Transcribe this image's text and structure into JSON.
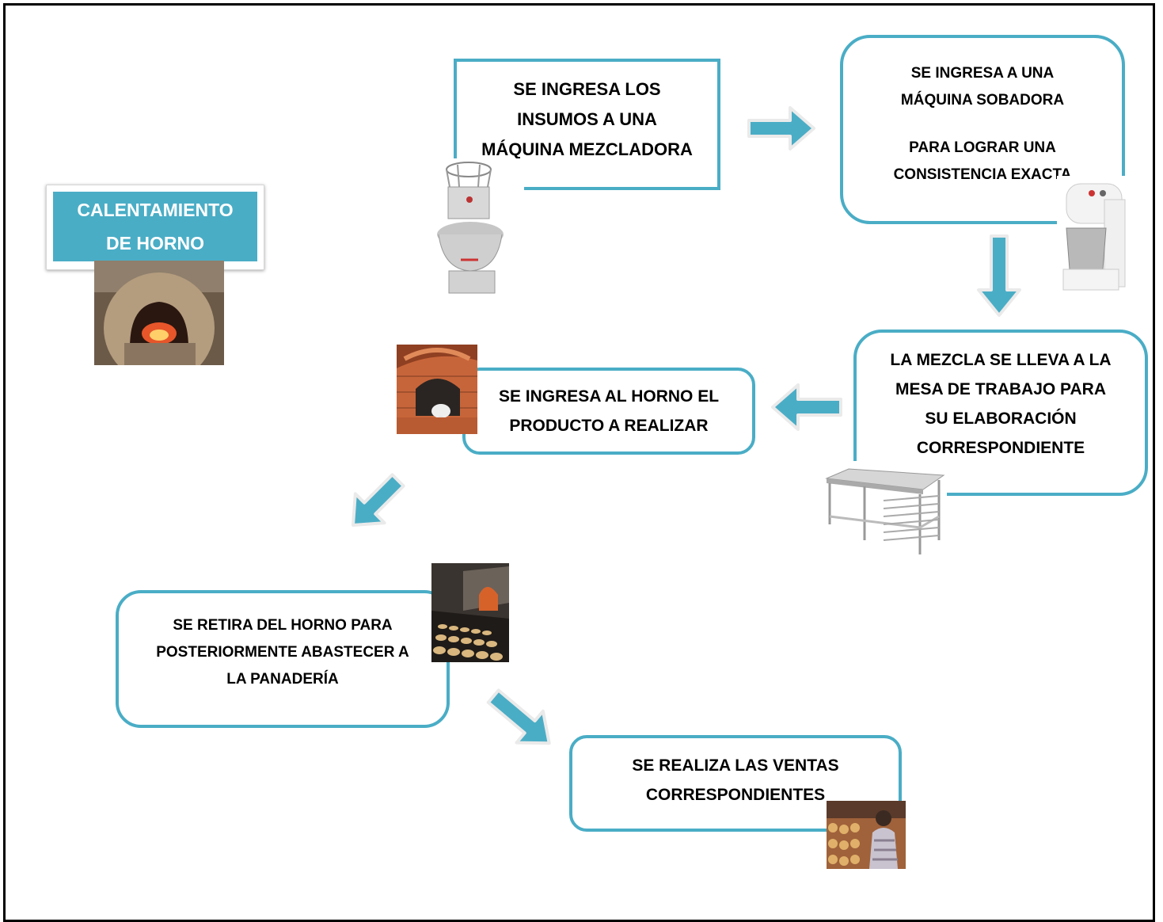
{
  "title": {
    "line1": "CALENTAMIENTO",
    "line2": "DE HORNO"
  },
  "steps": [
    {
      "lines": [
        "SE INGRESA LOS",
        "INSUMOS A UNA",
        "MÁQUINA MEZCLADORA"
      ]
    },
    {
      "lines": [
        "SE INGRESA A UNA",
        "MÁQUINA SOBADORA",
        "PARA LOGRAR UNA",
        "CONSISTENCIA EXACTA"
      ]
    },
    {
      "lines": [
        "LA MEZCLA SE LLEVA A LA",
        "MESA DE TRABAJO PARA",
        "SU ELABORACIÓN",
        "CORRESPONDIENTE"
      ]
    },
    {
      "lines": [
        "SE INGRESA AL HORNO EL",
        "PRODUCTO A REALIZAR"
      ]
    },
    {
      "lines": [
        "SE RETIRA DEL HORNO PARA",
        "POSTERIORMENTE ABASTECER A",
        "LA PANADERÍA"
      ]
    },
    {
      "lines": [
        "SE REALIZA LAS VENTAS",
        "CORRESPONDIENTES"
      ]
    }
  ],
  "colors": {
    "accent": "#4aadc6",
    "text": "#000000",
    "title_text": "#ffffff"
  },
  "icons": [
    "clay-oven-photo",
    "mixer-machine-photo",
    "kneading-machine-photo",
    "steel-table-photo",
    "brick-oven-photo",
    "bread-trays-photo",
    "bakery-sales-photo"
  ]
}
